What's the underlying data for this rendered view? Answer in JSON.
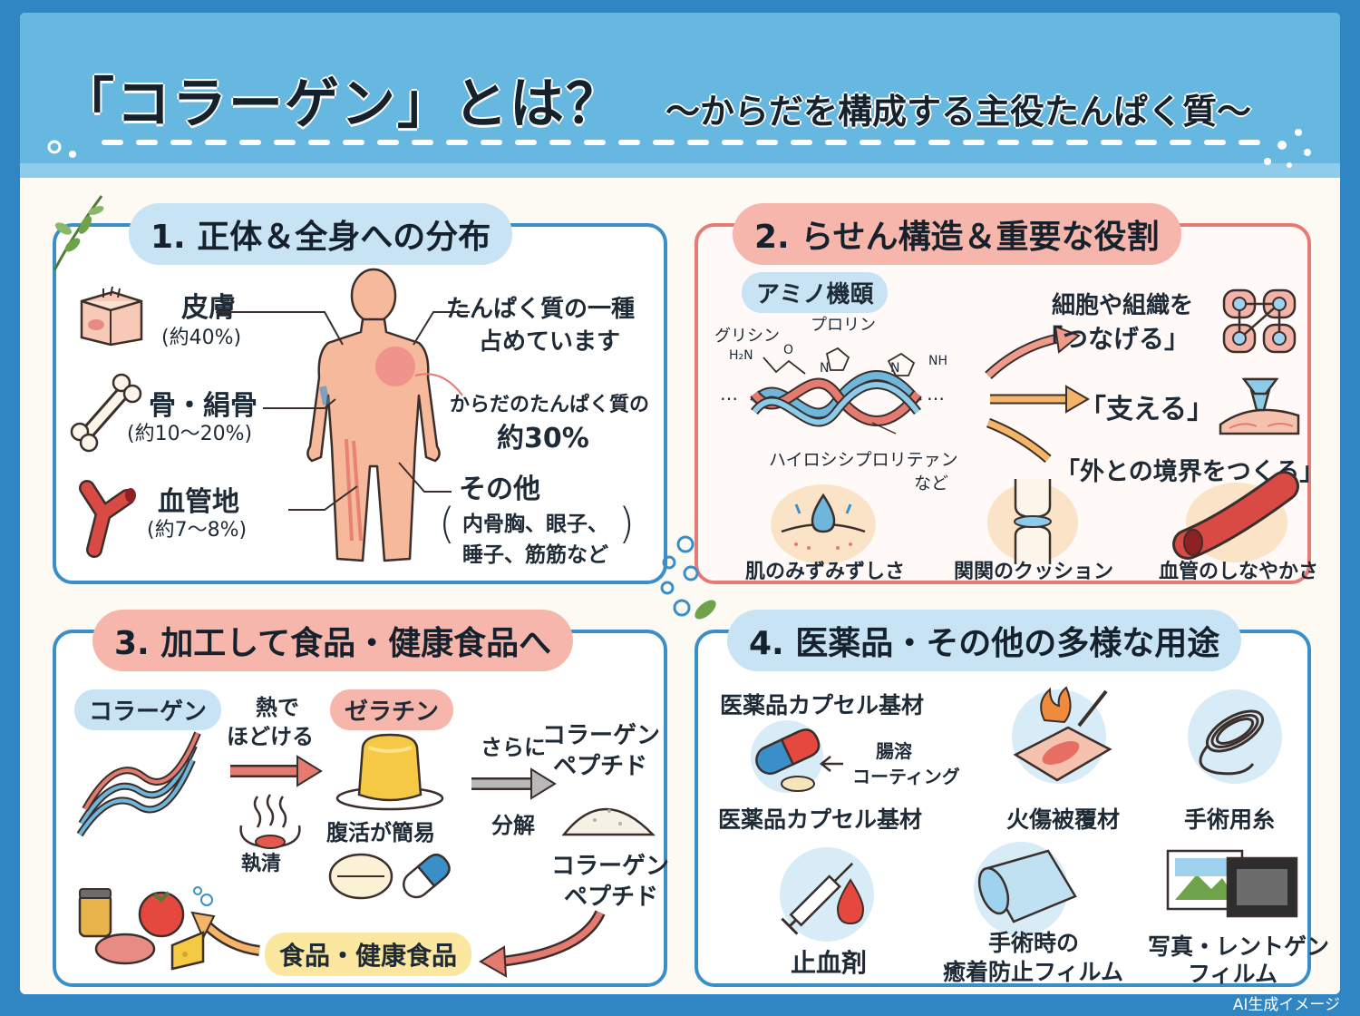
{
  "title": {
    "main": "「コラーゲン」とは？",
    "sub": "～からだを構成する主役たんぱく質～"
  },
  "section1": {
    "heading": "1. 正体＆全身への分布",
    "skin": {
      "label": "皮膚",
      "pct": "(約40%)"
    },
    "bone": {
      "label": "骨・絹骨",
      "pct": "(約10～20%)"
    },
    "vessel": {
      "label": "血管地",
      "pct": "(約7～8%)"
    },
    "protein_note": [
      "たんぱく質の一種",
      "占めています"
    ],
    "body_ratio": [
      "からだのたんぱく質の",
      "約30%"
    ],
    "other": {
      "label": "その他",
      "items": [
        "内骨胸、眼子、",
        "睡子、筋筋など"
      ]
    }
  },
  "section2": {
    "heading": "2. らせん構造＆重要な役割",
    "amino_label": "アミノ機頤",
    "glycine": "グリシン",
    "proline": "プロリン",
    "h2n": "H₂N",
    "o": "O",
    "n1": "N",
    "n2": "N",
    "nh": "NH",
    "ellipsis_left": "…",
    "ellipsis_right": "…",
    "hydroxy": [
      "ハイロシシプロリテァン",
      "など"
    ],
    "role1": [
      "細胞や組織を",
      "「つなげる」"
    ],
    "role2": "「支える」",
    "role3": "「外との境界をつくる」",
    "benefits": [
      "肌のみずみずしさ",
      "関関のクッション",
      "血管のしなやかさ"
    ]
  },
  "section3": {
    "heading": "3. 加工して食品・健康食品へ",
    "collagen": "コラーゲン",
    "heat": [
      "熱で",
      "ほどける"
    ],
    "gelatin": "ゼラチン",
    "further": "さらに",
    "decompose": "分解",
    "peptide_top": [
      "コラーゲン",
      "ペプチド"
    ],
    "peptide_bottom": [
      "コラーゲン",
      "ペプチド"
    ],
    "broth": "執清",
    "gelatin_note": "腹活が簡易",
    "foods": "食品・健康食品"
  },
  "section4": {
    "heading": "4. 医薬品・その他の多様な用途",
    "capsule_top": "医薬品カプセル基材",
    "enteric": [
      "腸溶",
      "コーティング"
    ],
    "capsule_bottom": "医薬品カプセル基材",
    "burn": "火傷被覆材",
    "suture": "手術用糸",
    "hemostat": "止血剤",
    "film": [
      "手術時の",
      "癒着防止フィルム"
    ],
    "photo": [
      "写真・レントゲン",
      "フィルム"
    ]
  },
  "footnote": "AI生成イメージ",
  "colors": {
    "blue": "#3b8fc8",
    "red": "#e67b75",
    "sky": "#67b8e1"
  }
}
